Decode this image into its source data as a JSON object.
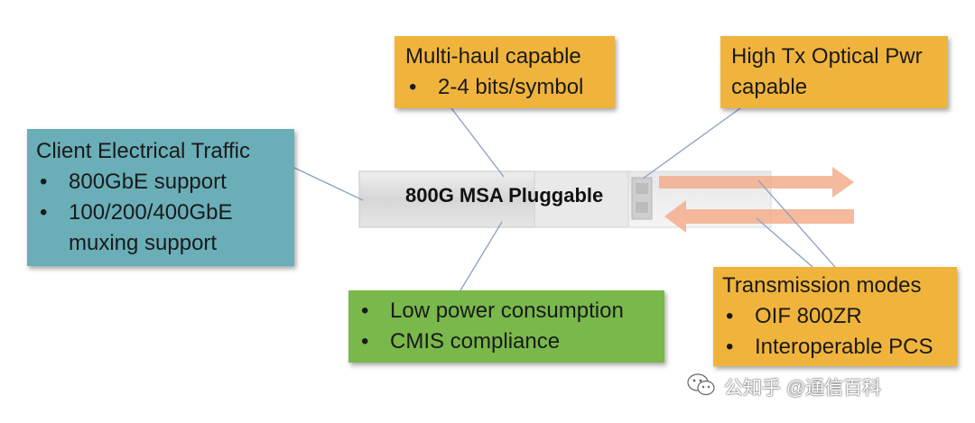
{
  "colors": {
    "client_box": "#6aaeb8",
    "orange_box": "#f0b43c",
    "green_box": "#79b84b",
    "arrow": "#f3ad8c",
    "connector": "#8aa0c4",
    "module_body": "#dcdcdc"
  },
  "client_box": {
    "title": "Client Electrical Traffic",
    "bullets": [
      "800GbE support",
      "100/200/400GbE muxing support"
    ]
  },
  "multihaul_box": {
    "title": "Multi-haul capable",
    "bullets": [
      "2-4 bits/symbol"
    ]
  },
  "hightx_box": {
    "line1": "High Tx Optical Pwr",
    "line2": "capable"
  },
  "lowpower_box": {
    "bullets": [
      "Low power consumption",
      "CMIS compliance"
    ]
  },
  "transmission_box": {
    "title": "Transmission modes",
    "bullets": [
      "OIF 800ZR",
      "Interoperable PCS"
    ]
  },
  "module": {
    "label": "800G MSA Pluggable"
  },
  "watermark": {
    "icon": "wechat-icon",
    "text": "公知乎 @通信百科"
  }
}
